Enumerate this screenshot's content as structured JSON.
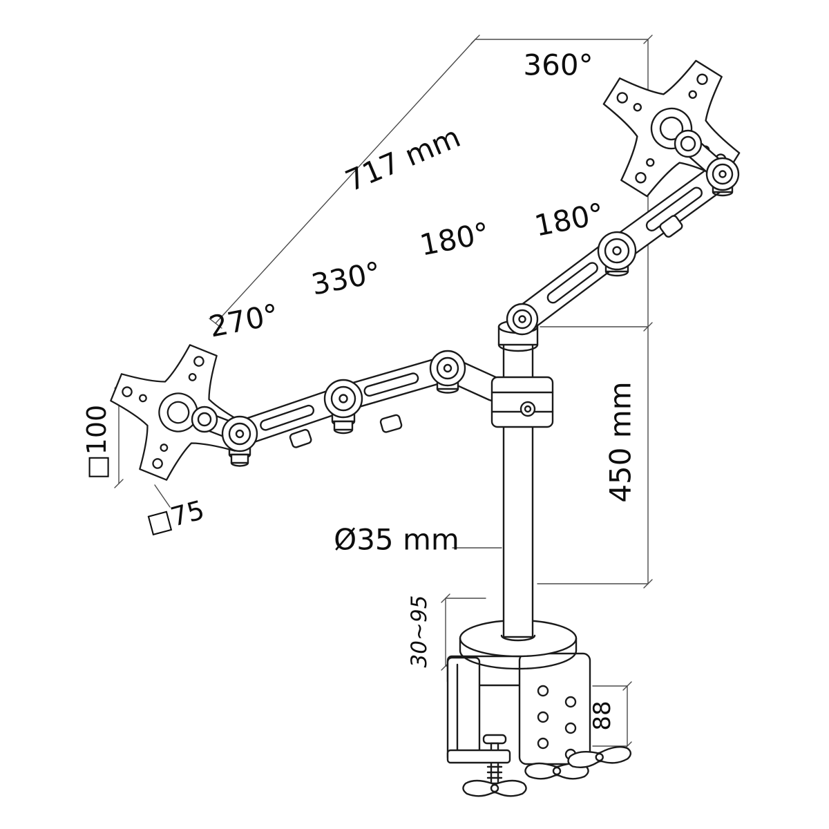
{
  "figure": {
    "type": "technical-diagram",
    "subject": "dual-monitor desk mount arm with clamp",
    "colors": {
      "background": "#ffffff",
      "line": "#1a1a1a",
      "dimension_line": "#4a4a4a",
      "text": "#0d0d0d"
    },
    "labels": {
      "rotation_360": "360°",
      "reach_717": "717 mm",
      "rotation_180_right": "180°",
      "rotation_180_center": "180°",
      "rotation_330": "330°",
      "rotation_270": "270°",
      "vesa_100": "□100",
      "vesa_75": "□75",
      "pole_diameter": "Ø35 mm",
      "pole_height": "450 mm",
      "clamp_range": "30~95",
      "clamp_width": "88"
    }
  }
}
